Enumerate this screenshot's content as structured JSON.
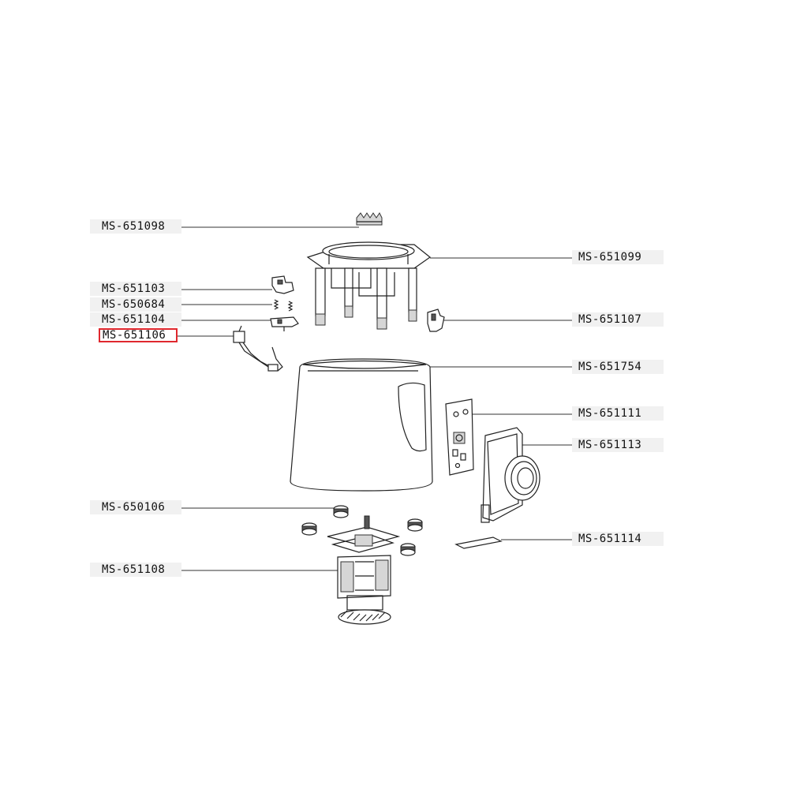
{
  "labels": {
    "ms_651098": "MS-651098",
    "ms_651099": "MS-651099",
    "ms_651103": "MS-651103",
    "ms_650684": "MS-650684",
    "ms_651104": "MS-651104",
    "ms_651106": "MS-651106",
    "ms_651107": "MS-651107",
    "ms_651754": "MS-651754",
    "ms_651111": "MS-651111",
    "ms_651113": "MS-651113",
    "ms_650106": "MS-650106",
    "ms_651114": "MS-651114",
    "ms_651108": "MS-651108"
  },
  "selected_label_color": "#e0282e"
}
